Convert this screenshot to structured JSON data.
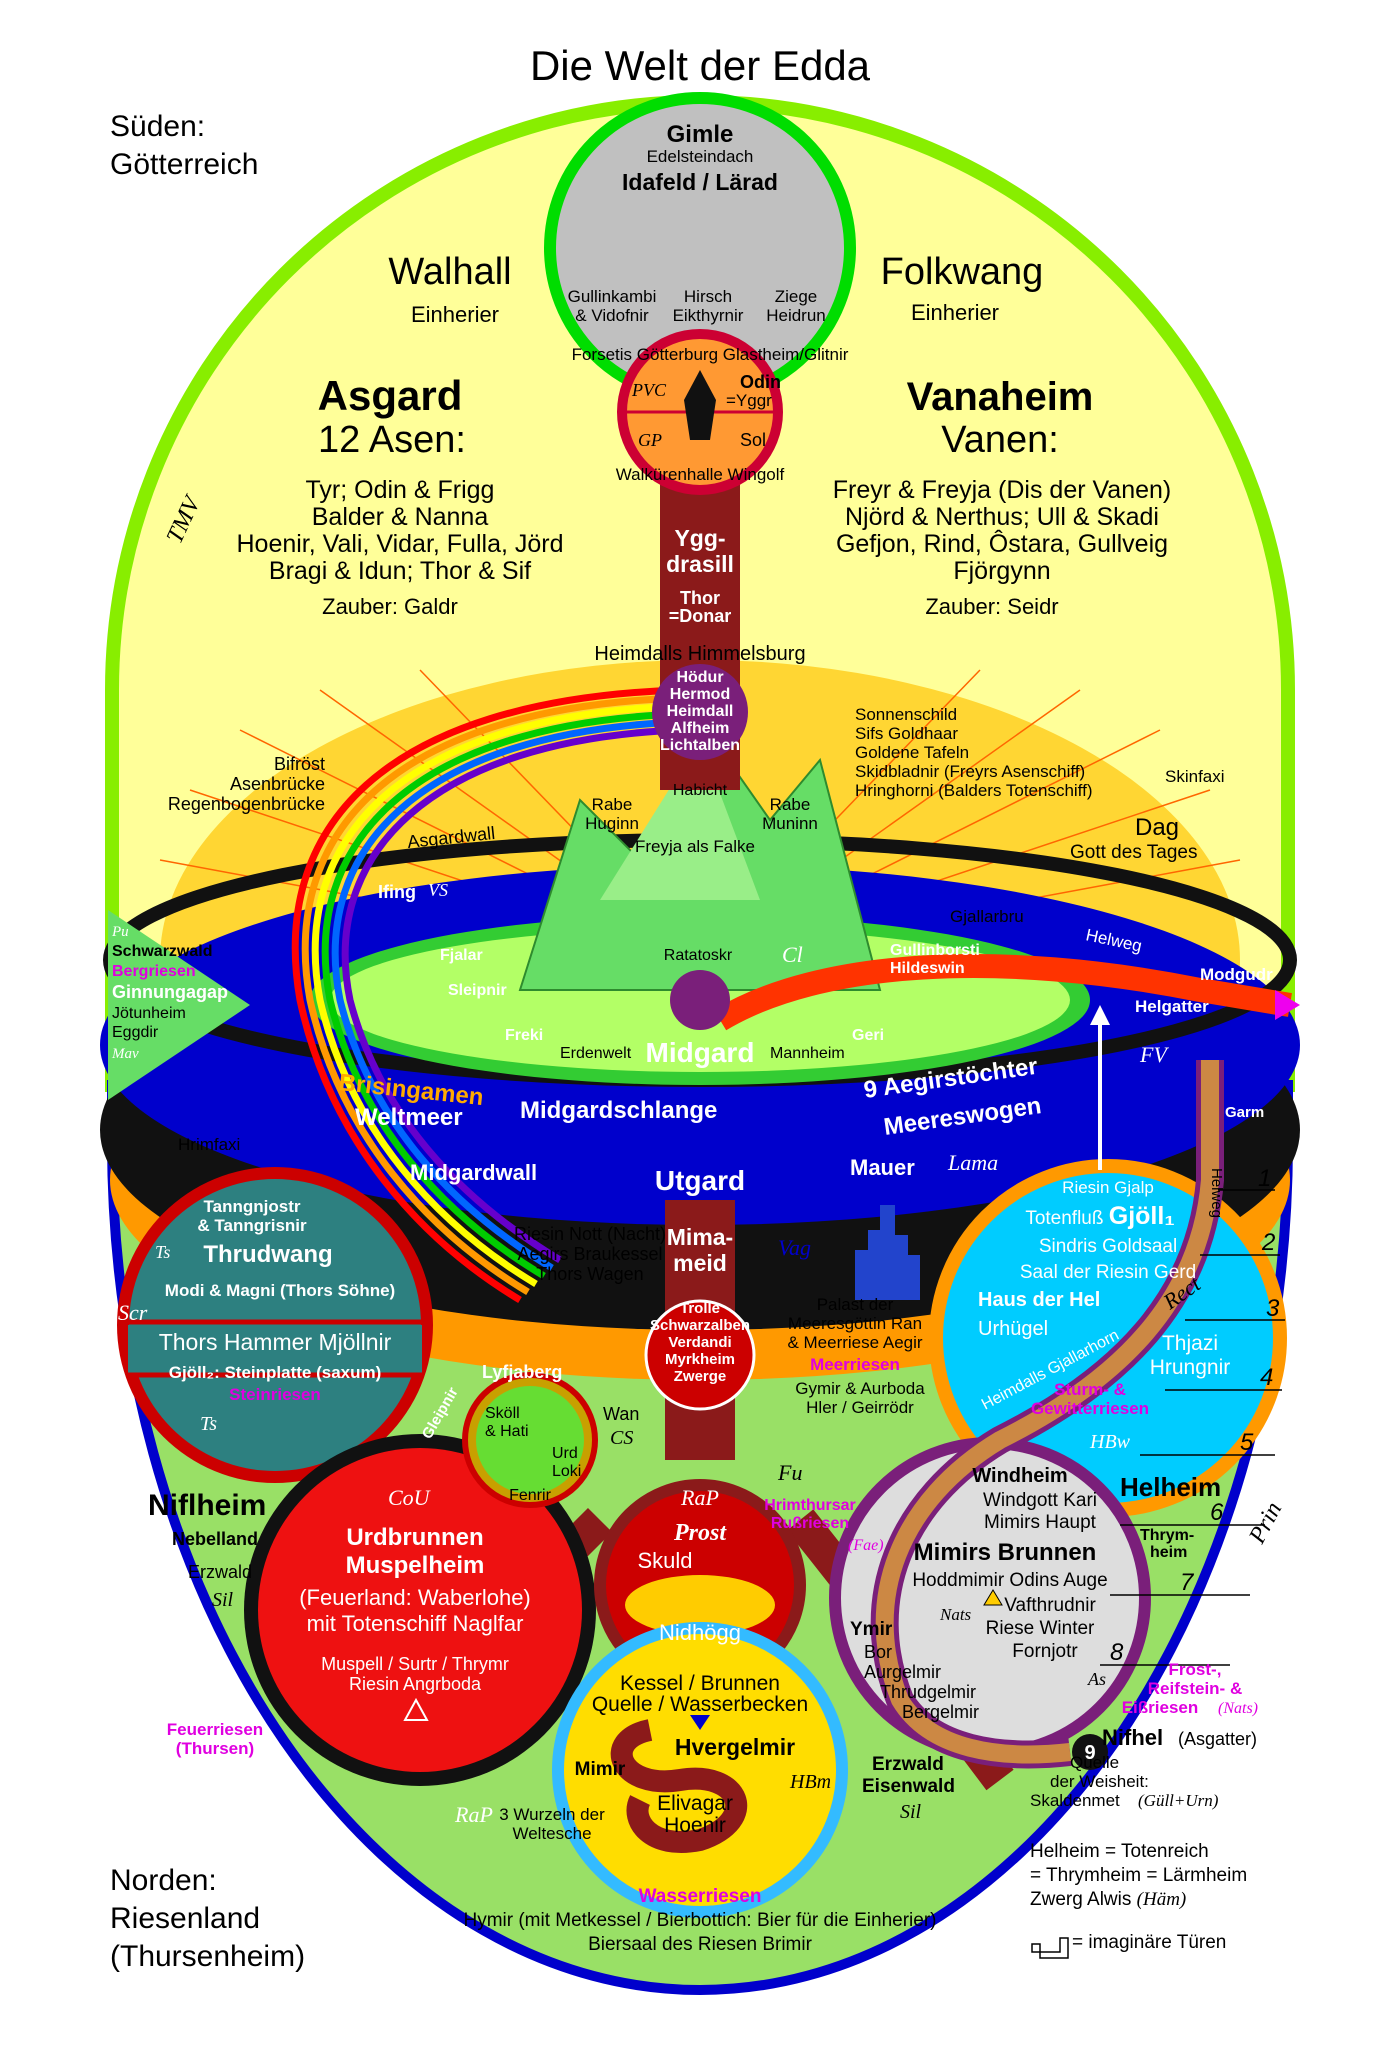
{
  "title": "Die Welt der Edda",
  "corners": {
    "south": "Süden:\nGötterreich",
    "north": "Norden:\nRiesenland\n(Thursenheim)"
  },
  "labels": {
    "gimle": "Gimle",
    "edelsteindach": "Edelsteindach",
    "idafeld": "Idafeld / Lärad",
    "gullinkambi": "Gullinkambi\n& Vidofnir",
    "hirsch": "Hirsch\nEikthyrnir",
    "ziege": "Ziege\nHeidrun",
    "forsetis": "Forsetis Götterburg Glastheim/Glitnir",
    "walhall": "Walhall",
    "einherier_l": "Einherier",
    "folkwang": "Folkwang",
    "einherier_r": "Einherier",
    "odin": "Odin",
    "yggr": "=Yggr",
    "pvc": "PVC",
    "gp": "GP",
    "sol": "Sol",
    "walkuerenhalle": "Walkürenhalle Wingolf",
    "asgard": "Asgard",
    "asen": "12 Asen:",
    "asen_list": "Tyr;  Odin & Frigg\nBalder & Nanna\nHoenir, Vali, Vidar, Fulla, Jörd\nBragi & Idun;  Thor & Sif",
    "galdr": "Zauber: Galdr",
    "vanaheim": "Vanaheim",
    "vanen": "Vanen:",
    "vanen_list": "Freyr & Freyja (Dis der Vanen)\nNjörd & Nerthus;  Ull & Skadi\nGefjon, Rind, Ôstara, Gullveig\nFjörgynn",
    "seidr": "Zauber: Seidr",
    "tmv": "TMV",
    "yggdrasill": "Ygg-\ndrasill",
    "thor_donar": "Thor\n=Donar",
    "heimdall_burg": "Heimdalls Himmelsburg",
    "hoedur_list": "Hödur\nHermod\nHeimdall\nAlfheim\nLichtalben",
    "bifroest": "Bifröst\nAsenbrücke\nRegenbogenbrücke",
    "sonnenschild": "Sonnenschild\nSifs Goldhaar\nGoldene Tafeln\nSkidbladnir (Freyrs Asenschiff)\nHringhorni (Balders Totenschiff)",
    "skinfaxi": "Skinfaxi",
    "dag": "Dag",
    "gott_tages": "Gott des Tages",
    "habicht": "Habicht",
    "rabe_l": "Rabe\nHuginn",
    "rabe_r": "Rabe\nMuninn",
    "freyja_falke": "Freyja als Falke",
    "asgardwall": "Asgardwall",
    "ifing": "Ifing",
    "vs": "VS",
    "gjallarbru": "Gjallarbru",
    "helweg": "Helweg",
    "modgudr": "Modgudr",
    "helgatter": "Helgatter",
    "fv": "FV",
    "pu": "Pu",
    "schwarzwald": "Schwarzwald",
    "bergriesen": "Bergriesen",
    "ginnungagap": "Ginnungagap",
    "joetunheim": "Jötunheim",
    "eggdir": "Eggdir",
    "mav": "Mav",
    "fjalar": "Fjalar",
    "sleipnir": "Sleipnir",
    "freki": "Freki",
    "geri": "Geri",
    "ratatoskr": "Ratatoskr",
    "cl": "Cl",
    "gullinborsti": "Gullinborsti\nHildeswin",
    "erdenwelt": "Erdenwelt",
    "midgard": "Midgard",
    "mannheim": "Mannheim",
    "brisingamen": "Brisingamen",
    "aegirstoechter": "9 Aegirstöchter",
    "weltmeer": "Weltmeer",
    "midgardschlange": "Midgardschlange",
    "meereswogen": "Meereswogen",
    "garm": "Garm",
    "hrimfaxi": "Hrimfaxi",
    "midgardwall": "Midgardwall",
    "utgard": "Utgard",
    "mauer": "Mauer",
    "lama": "Lama",
    "tanngnjostr": "Tanngnjostr\n& Tanngrisnir",
    "ts": "Ts",
    "thrudwang": "Thrudwang",
    "modi_magni": "Modi & Magni (Thors Söhne)",
    "scr": "Scr",
    "mjoellnir": "Thors Hammer Mjöllnir",
    "gjoell2": "Gjöll₂: Steinplatte (saxum)",
    "steinriesen": "Steinriesen",
    "ts2": "Ts",
    "riesin_nott": "Riesin Nott (Nacht)\nAegirs Braukessel\nThors Wagen",
    "mimameid": "Mima-\nmeid",
    "vag": "Vag",
    "trolle": "Trolle\nSchwarzalben\nVerdandi\nMyrkheim\nZwerge",
    "palast": "Palast der\nMeeresgöttin Ran\n& Meerriese Aegir",
    "meerriesen": "Meerriesen",
    "gymir": "Gymir & Aurboda\nHler / Geirrödr",
    "riesin_gjalp": "Riesin Gjalp",
    "totenfluss": "Totenfluß Gjöll₁",
    "sindris": "Sindris Goldsaal",
    "saal_gerd": "Saal der Riesin Gerd",
    "haus_hel": "Haus der Hel",
    "urhuegel": "Urhügel",
    "rect": "Rect",
    "thjazi": "Thjazi\nHrungnir",
    "sturm": "Sturm- &\nGewitterriesen",
    "hbw": "HBw",
    "heimdalls_gjallarhorn": "Heimdalls Gjallarhorn",
    "helweg_v": "Helweg",
    "lyfjaberg": "Lyfjaberg",
    "skoell": "Sköll\n& Hati",
    "urd": "Urd\nLoki",
    "fenrir": "Fenrir",
    "gleipnir": "Gleipnir",
    "wan": "Wan",
    "cs": "CS",
    "fu": "Fu",
    "rap": "RaP",
    "niflheim": "Niflheim",
    "nebelland": "Nebelland",
    "erzwald_l": "Erzwald",
    "sil_l": "Sil",
    "cou": "CoU",
    "urdbrunnen": "Urdbrunnen\nMuspelheim",
    "feuerland": "(Feuerland: Waberlohe)\nmit Totenschiff Naglfar",
    "muspell": "Muspell / Surtr / Thrymr\nRiesin Angrboda",
    "feuerriesen": "Feuerriesen\n(Thursen)",
    "rap2": "RaP",
    "prost": "Prost",
    "skuld": "Skuld",
    "nidhoegg": "Nidhögg",
    "hrimthursar": "Hrimthursar\nRußriesen",
    "fae": "(Fae)",
    "windheim": "Windheim",
    "windgott": "Windgott Kari\nMimirs Haupt",
    "mimirs_brunnen": "Mimirs Brunnen",
    "hoddmimir": "Hoddmimir  Odins Auge",
    "vafthrudnir": "Vafthrudnir",
    "nats": "Nats",
    "riese_winter": "Riese Winter",
    "fornjotr": "Fornjotr",
    "as": "As",
    "ymir": "Ymir",
    "bor_list": "Bor\nAurgelmir\nThrudgelmir\nBergelmir",
    "helheim": "Helheim",
    "thrymheim": "Thrym-\nheim",
    "prin": "Prin",
    "frost": "Frost-,\nReifstein- &\nEißriesen",
    "nats2": "(Nats)",
    "nifhel": "Nifhel",
    "asgatter": "(Asgatter)",
    "quelle": "Quelle\nder Weisheit:\nSkaldenmet",
    "guell_urn": "(Güll+Urn)",
    "kessel": "Kessel / Brunnen\nQuelle / Wasserbecken",
    "hvergelmir": "Hvergelmir",
    "mimir": "Mimir",
    "hbm": "HBm",
    "elivagar": "Elivagar\nHoenir",
    "erzwald_r": "Erzwald\nEisenwald",
    "sil_r": "Sil",
    "wurzeln": "3 Wurzeln der\nWeltesche",
    "nine": "9"
  },
  "ladder": [
    "1",
    "2",
    "3",
    "4",
    "5",
    "6",
    "7",
    "8"
  ],
  "bottom": {
    "wasserriesen": "Wasserriesen",
    "hymir": "Hymir (mit Metkessel / Bierbottich: Bier für die Einherier)",
    "biersaal": "Biersaal des Riesen Brimir"
  },
  "legend": {
    "helheim_eq": "Helheim = Totenreich\n    = Thrymheim = Lärmheim\nZwerg Alwis",
    "haem": "(Häm)",
    "door": "= imaginäre Türen"
  },
  "colors": {
    "sky": "#ffff99",
    "sky_border": "#88ee00",
    "ocean": "#0000cc",
    "utgard": "#ff9900",
    "earth": "#99e066",
    "trunk": "#8b1a1a",
    "gimle": "#c0c0c0",
    "pink": "#e000e0"
  }
}
